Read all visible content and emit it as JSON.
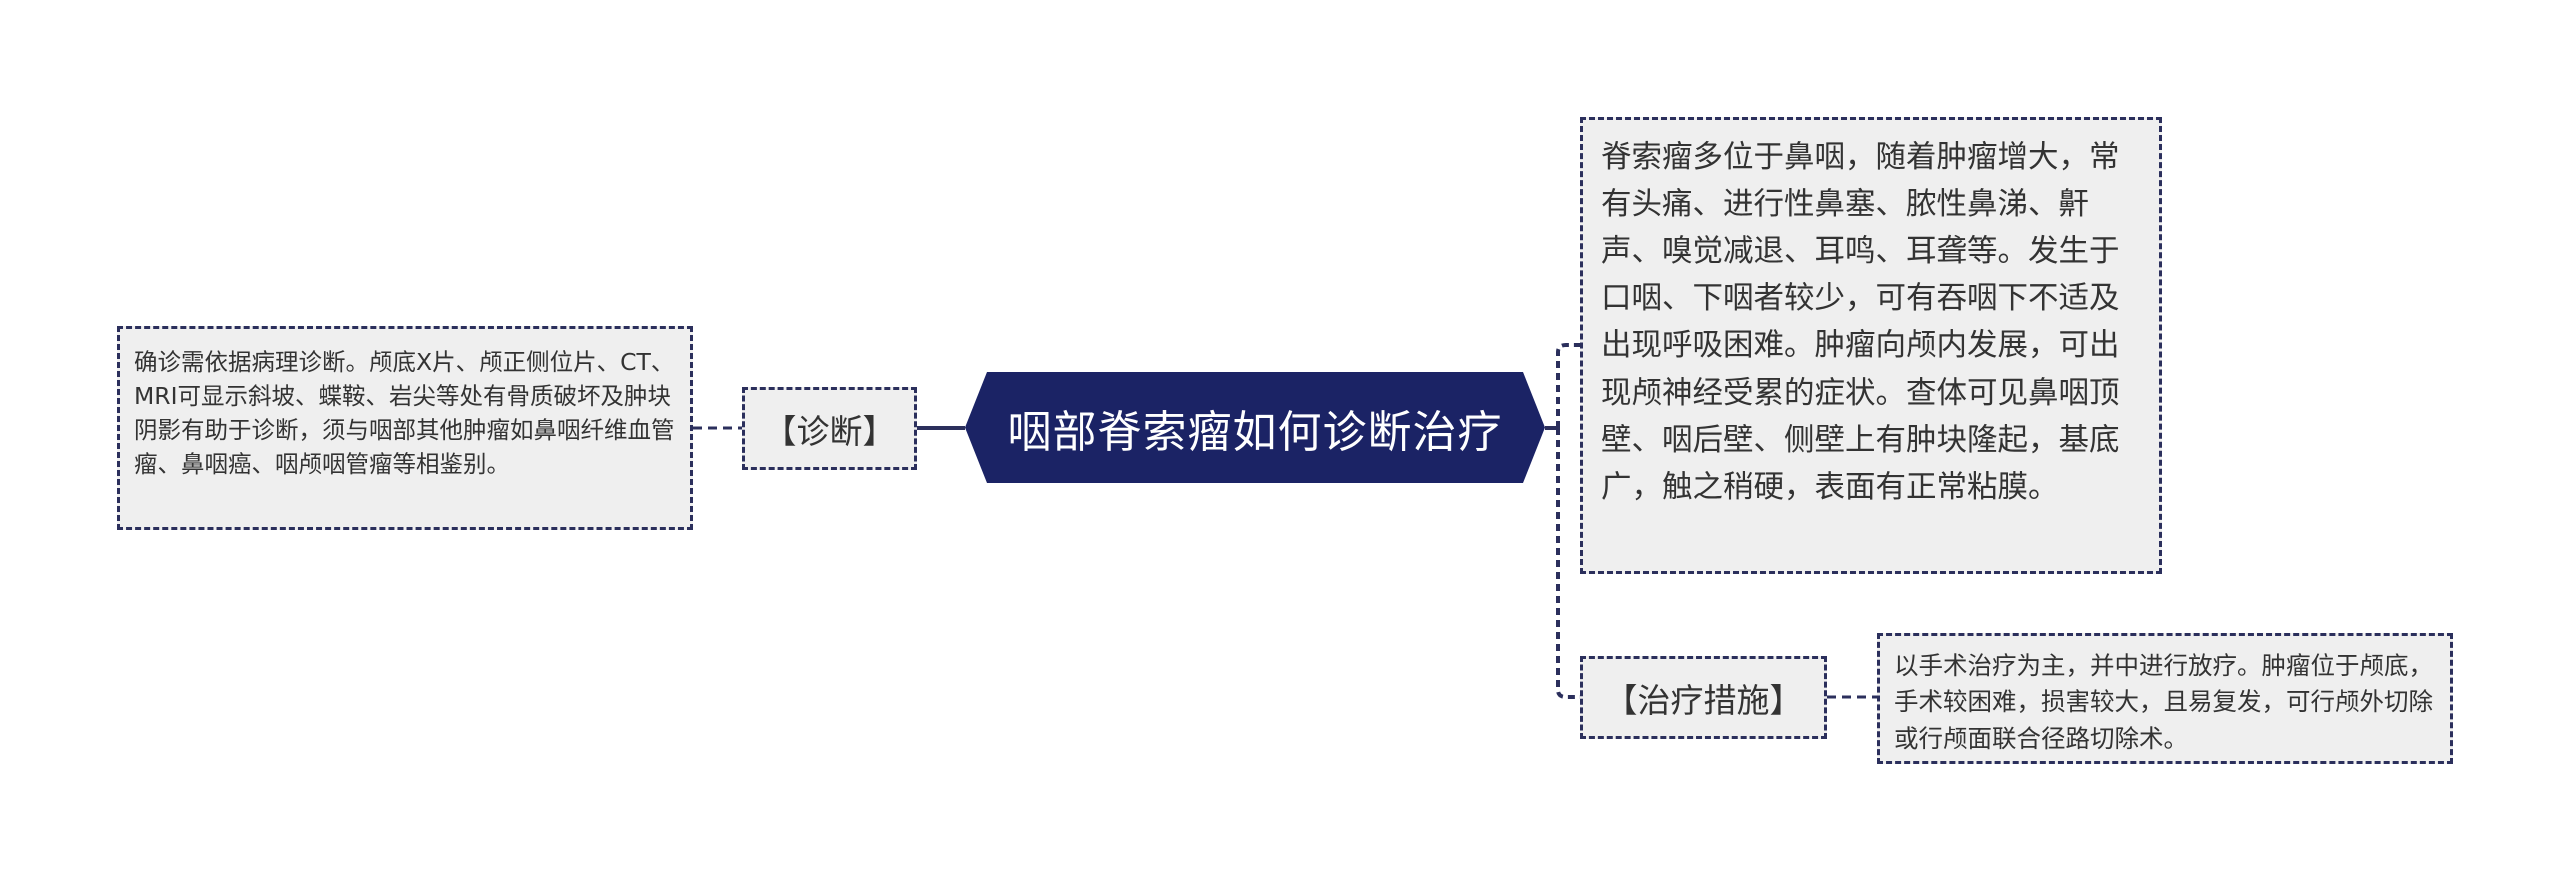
{
  "mindmap": {
    "root": "咽部脊索瘤如何诊断治疗",
    "left": {
      "label": "【诊断】",
      "detail": "确诊需依据病理诊断。颅底X片、颅正侧位片、CT、MRI可显示斜坡、蝶鞍、岩尖等处有骨质破坏及肿块阴影有助于诊断，须与咽部其他肿瘤如鼻咽纤维血管瘤、鼻咽癌、咽颅咽管瘤等相鉴别。"
    },
    "right_top": {
      "detail": "脊索瘤多位于鼻咽，随着肿瘤增大，常有头痛、进行性鼻塞、脓性鼻涕、鼾声、嗅觉减退、耳鸣、耳聋等。发生于口咽、下咽者较少，可有吞咽下不适及出现呼吸困难。肿瘤向颅内发展，可出现颅神经受累的症状。查体可见鼻咽顶壁、咽后壁、侧壁上有肿块隆起，基底广，触之稍硬，表面有正常粘膜。"
    },
    "right_bottom": {
      "label": "【治疗措施】",
      "detail": "以手术治疗为主，并中进行放疗。肿瘤位于颅底，手术较困难，损害较大，且易复发，可行颅外切除或行颅面联合径路切除术。"
    }
  },
  "colors": {
    "root_bg": "#1b2365",
    "node_bg": "#efefef",
    "line": "#2b2f5c"
  }
}
